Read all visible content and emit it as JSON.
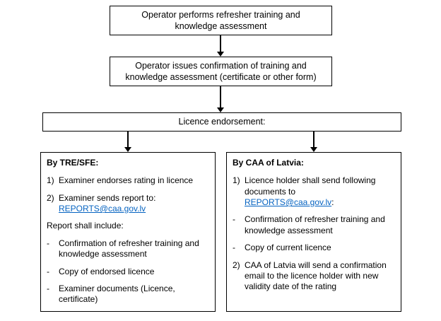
{
  "colors": {
    "link": "#0563c1"
  },
  "flow": {
    "step1": "Operator performs refresher training and knowledge assessment",
    "step2": "Operator issues confirmation of training and knowledge assessment (certificate or other form)",
    "step3": "Licence endorsement:"
  },
  "tre_sfe": {
    "heading": "By TRE/SFE:",
    "item1_marker": "1)",
    "item1_text": "Examiner endorses rating in licence",
    "item2_marker": "2)",
    "item2_text": "Examiner sends report to:",
    "item2_link": "REPORTS@caa.gov.lv",
    "report_label": "Report shall include:",
    "bullet_marker": "-",
    "bullets": [
      "Confirmation of refresher training and knowledge assessment",
      "Copy of endorsed licence",
      "Examiner documents (Licence, certificate)"
    ]
  },
  "caa": {
    "heading": "By CAA of Latvia:",
    "item1_marker": "1)",
    "item1_text": "Licence holder shall send following documents to",
    "item1_link": "REPORTS@caa.gov.lv",
    "item1_suffix": ":",
    "bullet_marker": "-",
    "bullets": [
      "Confirmation of refresher training and knowledge assessment",
      "Copy of current licence"
    ],
    "item2_marker": "2)",
    "item2_text": "CAA of Latvia will send a confirmation email to the licence holder with new validity date of the rating"
  }
}
